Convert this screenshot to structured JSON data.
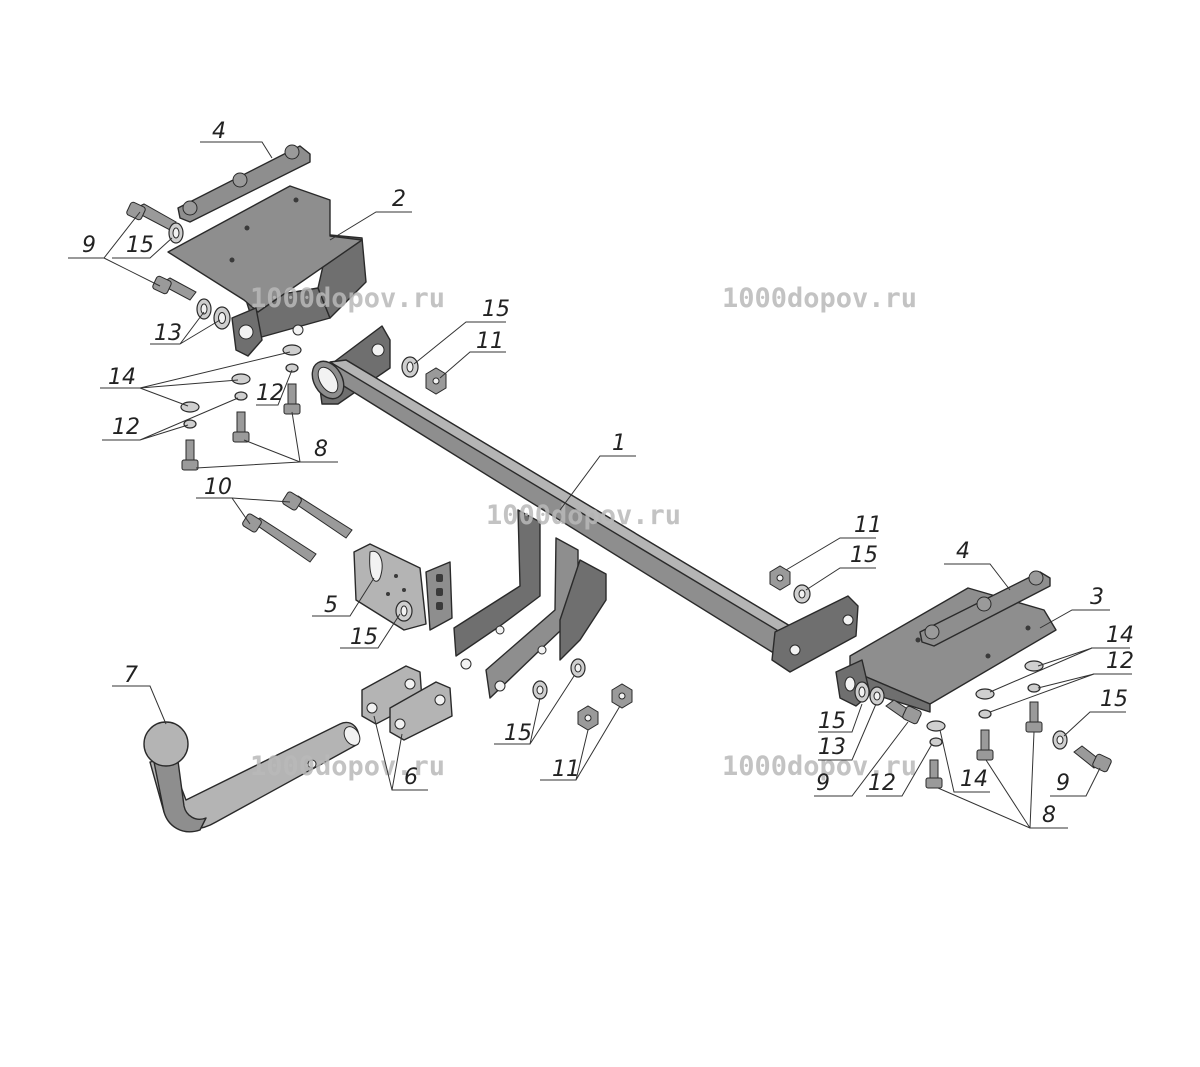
{
  "watermarks": [
    "1000dopov.ru",
    "1000dopov.ru",
    "1000dopov.ru",
    "1000dopov.ru",
    "1000dopov.ru"
  ],
  "callouts": {
    "c1": "1",
    "c2": "2",
    "c3": "3",
    "c4a": "4",
    "c4b": "4",
    "c5": "5",
    "c6": "6",
    "c7": "7",
    "c8a": "8",
    "c8b": "8",
    "c9a": "9",
    "c9b": "9",
    "c9c": "9",
    "c10": "10",
    "c11a": "11",
    "c11b": "11",
    "c11c": "11",
    "c12a": "12",
    "c12b": "12",
    "c12c": "12",
    "c12d": "12",
    "c13a": "13",
    "c13b": "13",
    "c14a": "14",
    "c14b": "14",
    "c14c": "14",
    "c15a": "15",
    "c15b": "15",
    "c15c": "15",
    "c15d": "15",
    "c15e": "15",
    "c15f": "15",
    "c15g": "15"
  }
}
